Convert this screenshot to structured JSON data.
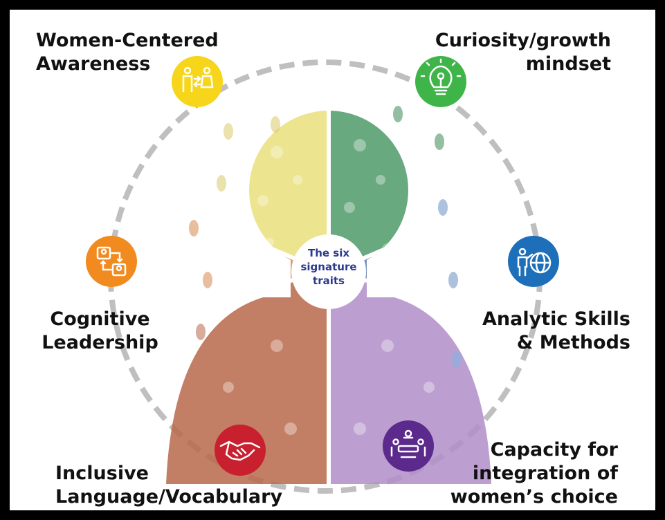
{
  "center": {
    "line1": "The six",
    "line2": "signature",
    "line3": "traits"
  },
  "traits": [
    {
      "id": "awareness",
      "line1": "Women-Centered",
      "line2": "Awareness",
      "color": "#f7d51b",
      "icon": "people-exchange-icon"
    },
    {
      "id": "curiosity",
      "line1": "Curiosity/growth",
      "line2": "mindset",
      "color": "#3fb449",
      "icon": "lightbulb-icon"
    },
    {
      "id": "analytic",
      "line1": "Analytic Skills",
      "line2": "& Methods",
      "color": "#1e6fba",
      "icon": "person-globe-icon"
    },
    {
      "id": "capacity",
      "line1": "Capacity for",
      "line2": "integration of",
      "line3": "women’s choice",
      "color": "#5b2a8c",
      "icon": "meeting-table-icon"
    },
    {
      "id": "inclusive",
      "line1": "Inclusive",
      "line2": "Language/Vocabulary",
      "color": "#c8202f",
      "icon": "handshake-icon"
    },
    {
      "id": "cognitive",
      "line1": "Cognitive",
      "line2": "Leadership",
      "color": "#f18a1f",
      "icon": "org-flow-icon"
    }
  ],
  "segment_colors": {
    "yellow": "#e9df7a",
    "green": "#4f9a6a",
    "blue": "#5f7fb0",
    "purple": "#b08ec8",
    "red": "#b9684a",
    "orange": "#d68a4f"
  }
}
